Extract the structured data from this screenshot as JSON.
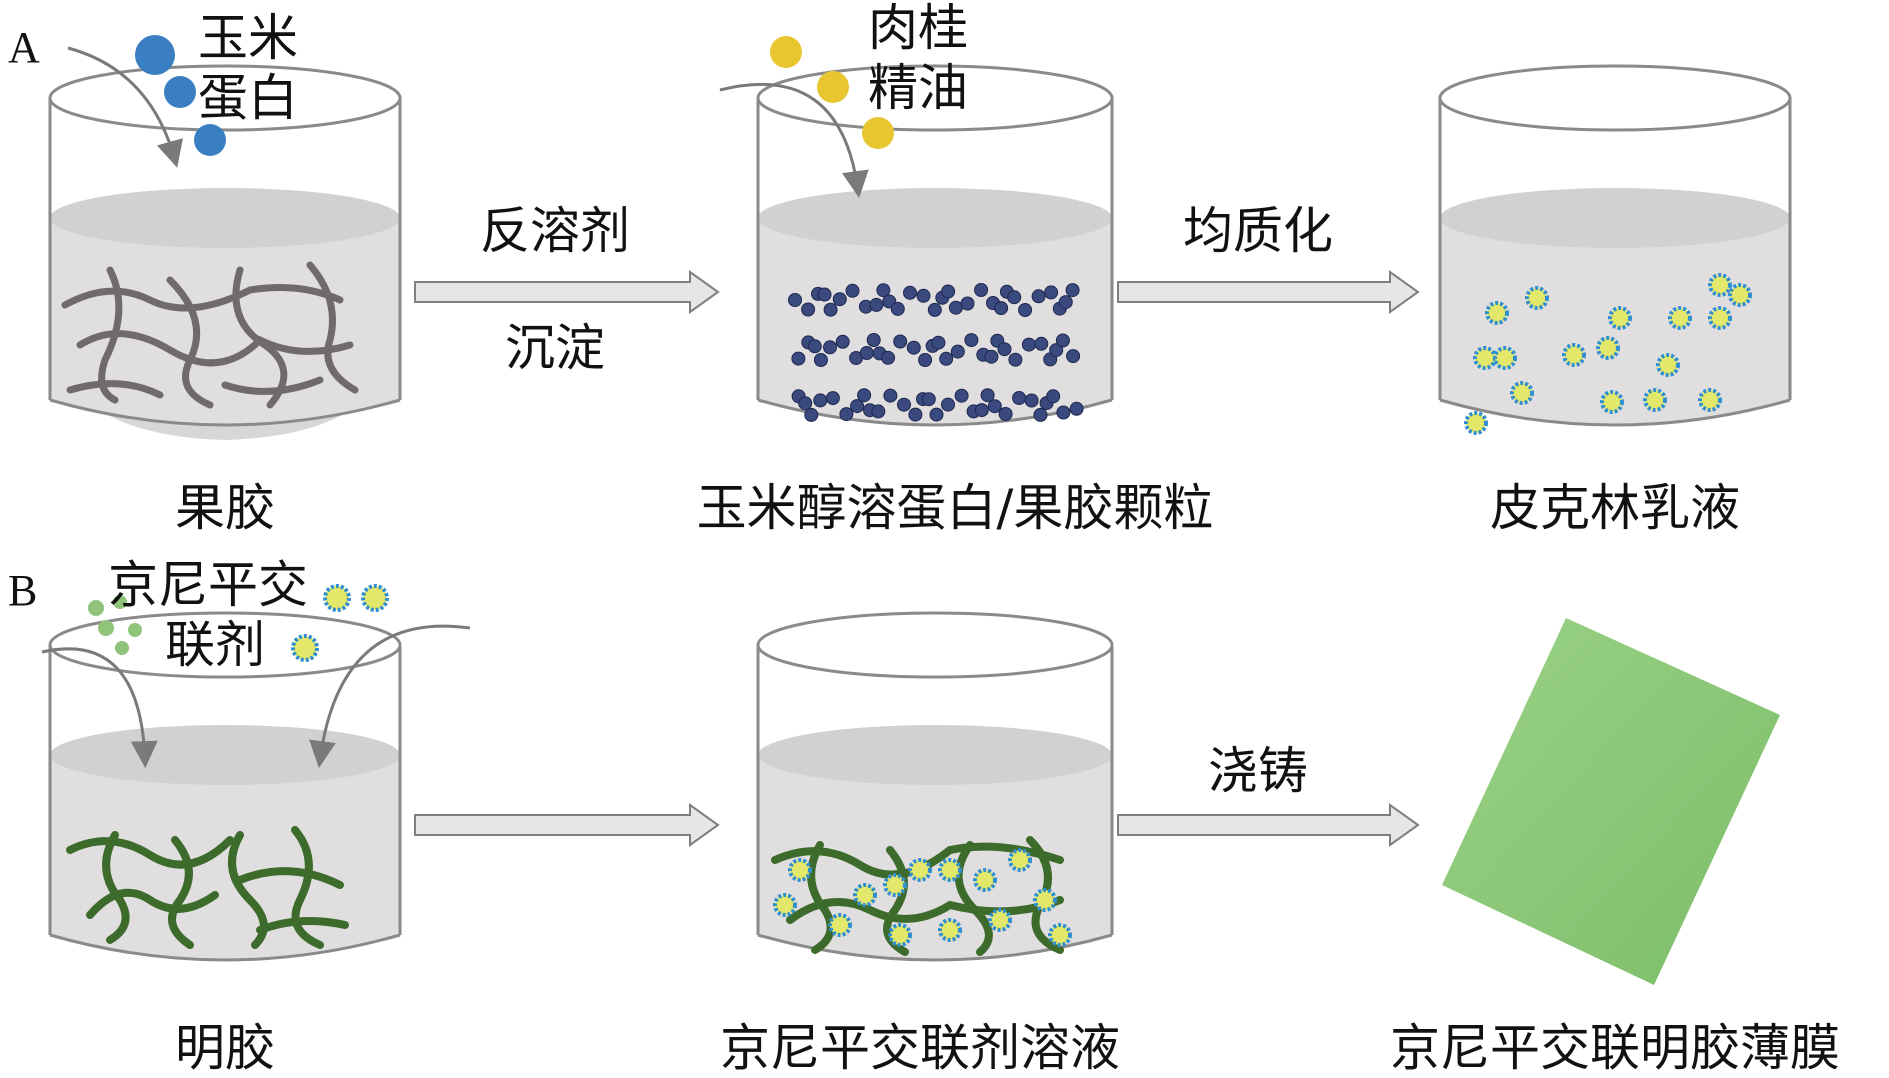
{
  "panels": {
    "a": {
      "letter": "A",
      "step1": {
        "input_label_line1": "玉米",
        "input_label_line2": "蛋白",
        "beaker_label": "果胶"
      },
      "arrow1": {
        "top_label": "反溶剂",
        "bottom_label": "沉淀"
      },
      "step2": {
        "input_label_line1": "肉桂",
        "input_label_line2": "精油",
        "beaker_label": "玉米醇溶蛋白/果胶颗粒"
      },
      "arrow2": {
        "top_label": "均质化"
      },
      "step3": {
        "beaker_label": "皮克林乳液"
      }
    },
    "b": {
      "letter": "B",
      "step1": {
        "input_label_line1": "京尼平交",
        "input_label_line2": "联剂",
        "beaker_label": "明胶"
      },
      "step2": {
        "beaker_label": "京尼平交联剂溶液"
      },
      "arrow2": {
        "top_label": "浇铸"
      },
      "step3": {
        "film_label": "京尼平交联明胶薄膜"
      }
    }
  },
  "colors": {
    "zein": "#3a7fc1",
    "essential_oil": "#e8c630",
    "pectin_chain": "#6f6a6e",
    "gelatin_chain": "#3d6b2c",
    "nanoparticle": "#3b4a7e",
    "emulsion_shell": "#2f8fd0",
    "emulsion_core": "#e3e86a",
    "genipin": "#8fc47a",
    "film": "#8cc97a",
    "liquid": "#dddbdb",
    "arrow": "#d9d9d9"
  }
}
